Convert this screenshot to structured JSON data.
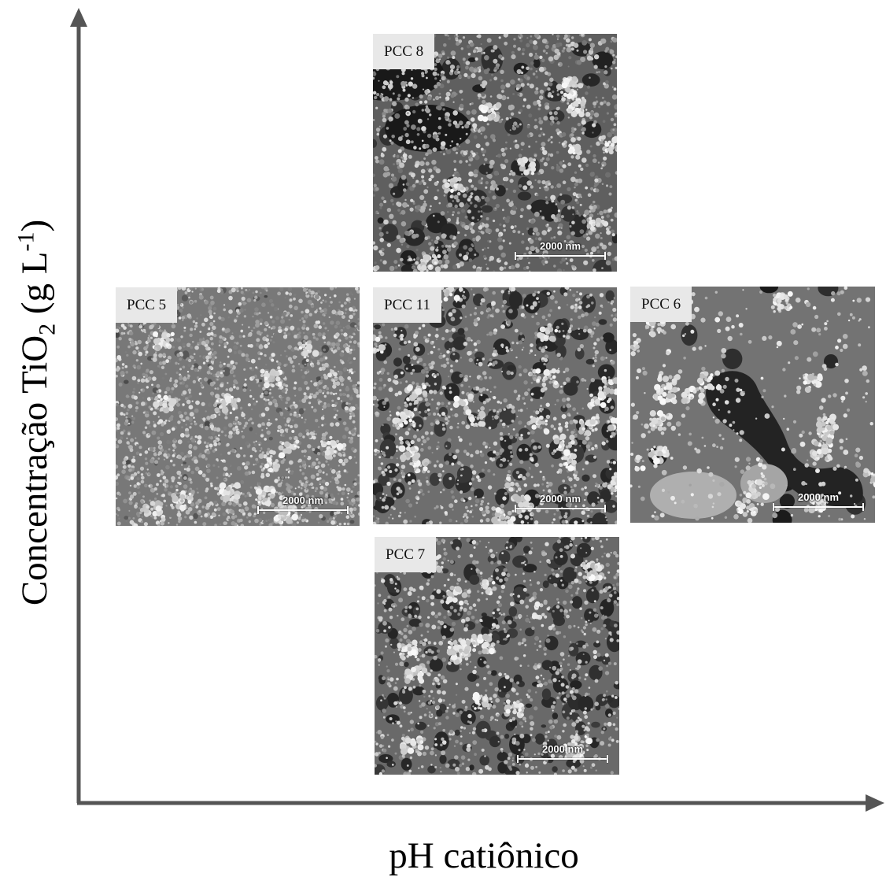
{
  "axes": {
    "y_label": {
      "prefix": "Concentração TiO",
      "subscript": "2",
      "unit_prefix": " (g L",
      "superscript": "-1",
      "unit_suffix": ")"
    },
    "x_label": "pH catiônico"
  },
  "panels": [
    {
      "label": "PCC 8",
      "scale": "2000 nm"
    },
    {
      "label": "PCC 5",
      "scale": "2000 nm"
    },
    {
      "label": "PCC 11",
      "scale": "2000 nm"
    },
    {
      "label": "PCC 6",
      "scale": "2000 nm"
    },
    {
      "label": "PCC 7",
      "scale": "2000 nm"
    }
  ],
  "colors": {
    "axis": "#555555",
    "label_box": "#e8e8e8"
  }
}
